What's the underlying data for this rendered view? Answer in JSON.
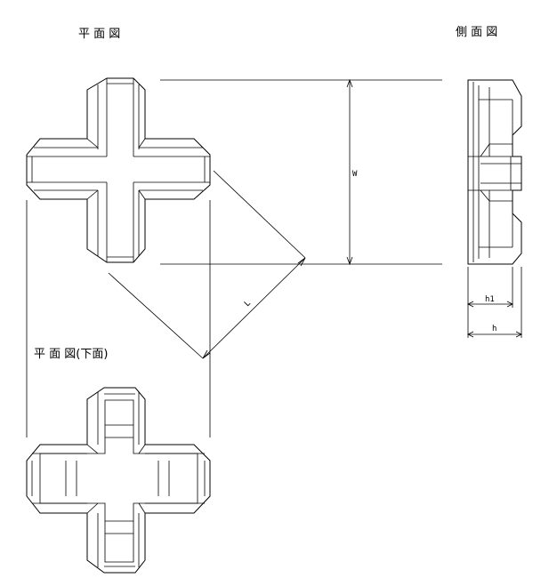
{
  "views": {
    "plan_title": "平 面 図",
    "side_title": "側 面 図",
    "bottom_title": "平 面 図(下面)"
  },
  "dimensions": {
    "width_label": "W",
    "length_label": "L",
    "height_label": "h",
    "h1_label": "h1"
  }
}
